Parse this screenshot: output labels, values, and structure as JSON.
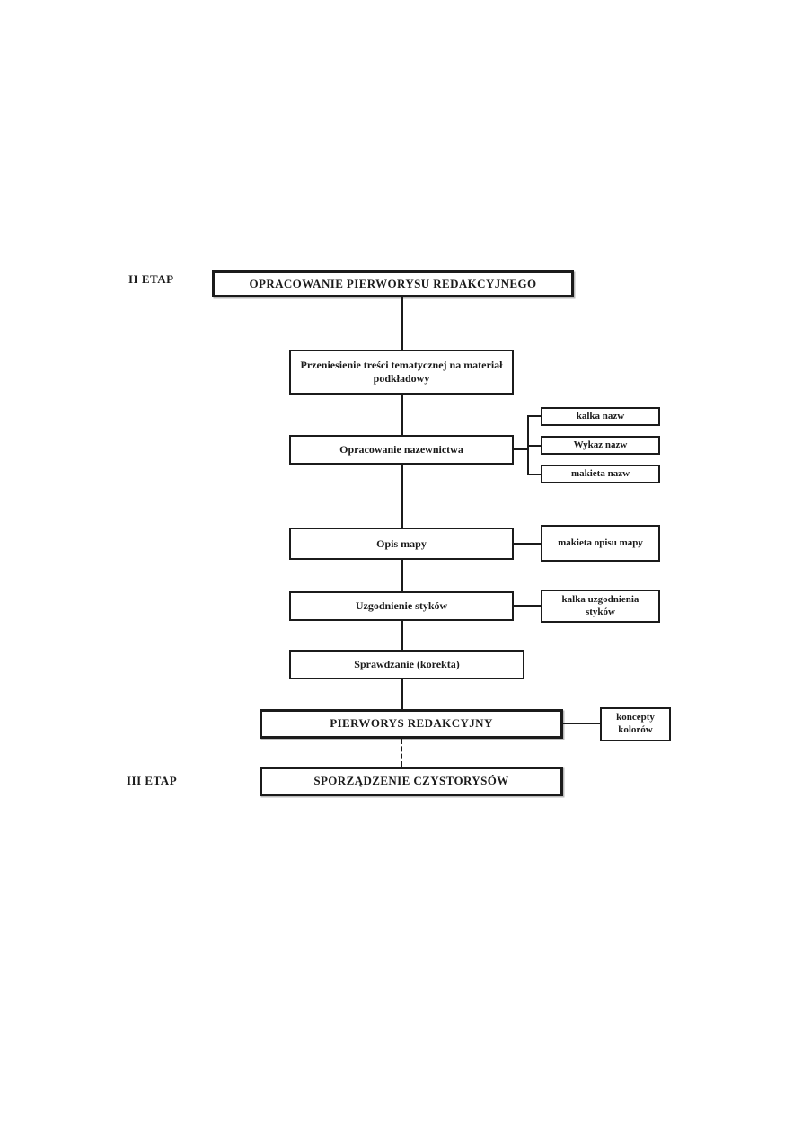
{
  "diagram": {
    "ink_color": "#1b1b1b",
    "background_color": "#ffffff",
    "stages": {
      "stage2": "II ETAP",
      "stage3": "III ETAP"
    },
    "nodes": {
      "main": "OPRACOWANIE PIERWORYSU REDAKCYJNEGO",
      "przeniesienie": "Przeniesienie treści tematycznej na materiał podkładowy",
      "nazewnictwo": "Opracowanie nazewnictwa",
      "kalka_nazw": "kalka nazw",
      "wykaz_nazw": "Wykaz nazw",
      "makieta_nazw": "makieta nazw",
      "opis_mapy": "Opis mapy",
      "makieta_opisu": "makieta opisu mapy",
      "uzgodnienie": "Uzgodnienie styków",
      "kalka_uzgodnienia": "kalka uzgodnienia styków",
      "sprawdzanie": "Sprawdzanie (korekta)",
      "pierworys": "PIERWORYS REDAKCYJNY",
      "koncepty": "koncepty kolorów",
      "sporzadzenie": "SPORZĄDZENIE CZYSTORYSÓW"
    }
  }
}
